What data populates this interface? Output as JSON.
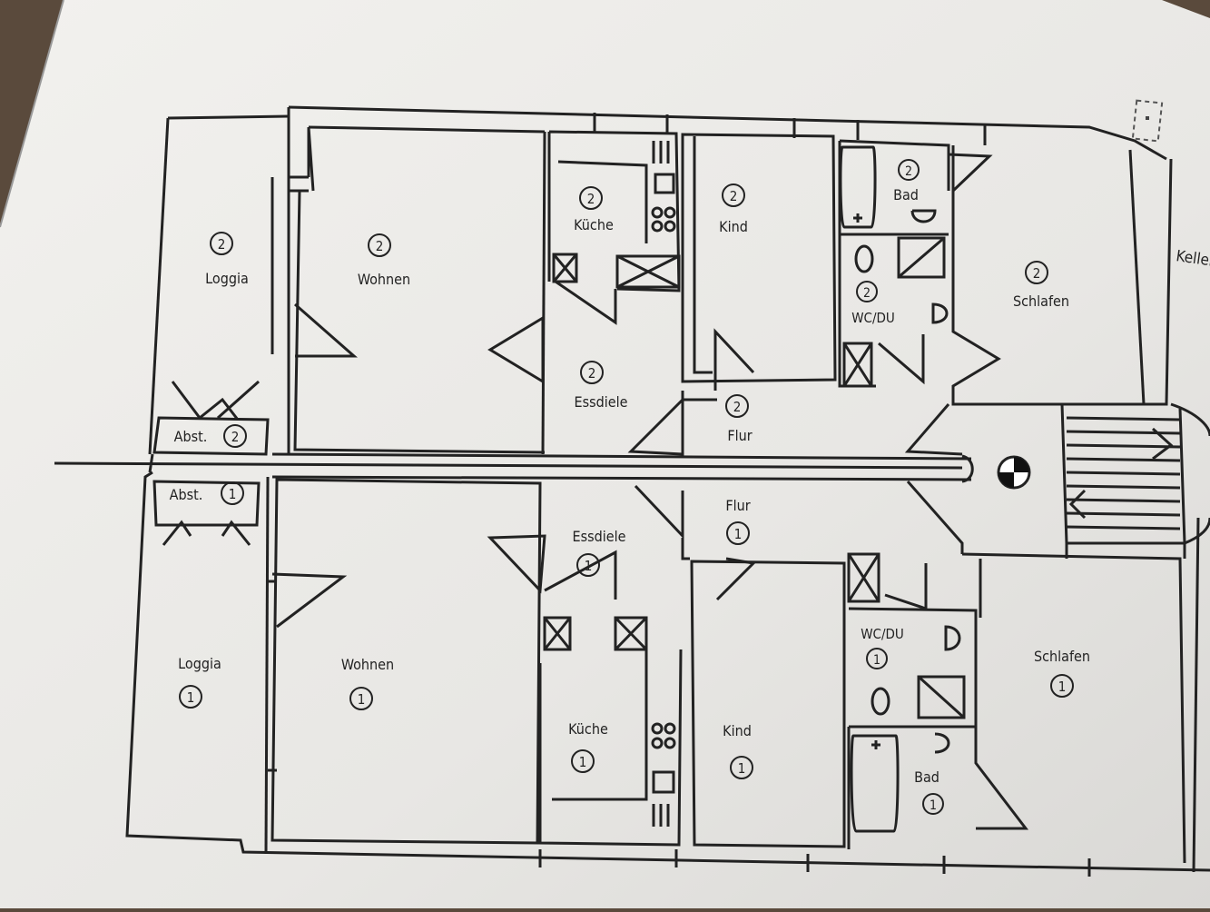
{
  "colors": {
    "paper": "#ecebe8",
    "ink": "#222222",
    "backdrop": "#5a4a3c"
  },
  "upper_unit": {
    "loggia": {
      "name": "Loggia",
      "num": "2"
    },
    "wohnen": {
      "name": "Wohnen",
      "num": "2"
    },
    "kueche": {
      "name": "Küche",
      "num": "2"
    },
    "kind": {
      "name": "Kind",
      "num": "2"
    },
    "bad": {
      "name": "Bad",
      "num": "2"
    },
    "wcdu": {
      "name": "WC/DU",
      "num": "2"
    },
    "schlafen": {
      "name": "Schlafen",
      "num": "2"
    },
    "essdiele": {
      "name": "Essdiele",
      "num": "2"
    },
    "flur": {
      "name": "Flur",
      "num": "2"
    },
    "abst": {
      "name": "Abst.",
      "num": "2"
    }
  },
  "lower_unit": {
    "abst": {
      "name": "Abst.",
      "num": "1"
    },
    "flur": {
      "name": "Flur",
      "num": "1"
    },
    "essdiele": {
      "name": "Essdiele",
      "num": "1"
    },
    "loggia": {
      "name": "Loggia",
      "num": "1"
    },
    "wohnen": {
      "name": "Wohnen",
      "num": "1"
    },
    "wcdu": {
      "name": "WC/DU",
      "num": "1"
    },
    "schlafen": {
      "name": "Schlafen",
      "num": "1"
    },
    "kueche": {
      "name": "Küche",
      "num": "1"
    },
    "kind": {
      "name": "Kind",
      "num": "1"
    },
    "bad": {
      "name": "Bad",
      "num": "1"
    }
  },
  "edge_label": "Kellen"
}
